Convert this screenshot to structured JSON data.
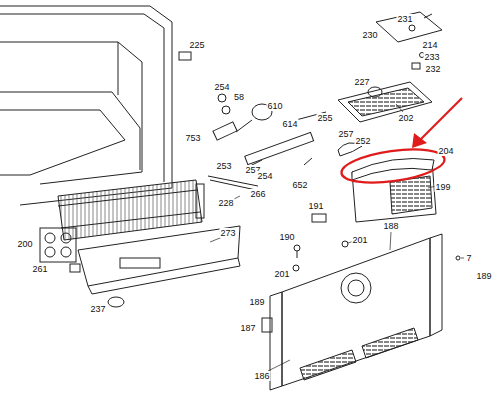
{
  "diagram": {
    "labels": [
      "225",
      "231",
      "230",
      "214",
      "233",
      "232",
      "227",
      "202",
      "254",
      "58",
      "610",
      "753",
      "614",
      "255",
      "257",
      "257",
      "252",
      "204",
      "199",
      "254",
      "652",
      "253",
      "266",
      "228",
      "191",
      "188",
      "200",
      "273",
      "190",
      "201",
      "201",
      "7",
      "189",
      "261",
      "189",
      "237",
      "187",
      "186"
    ]
  }
}
